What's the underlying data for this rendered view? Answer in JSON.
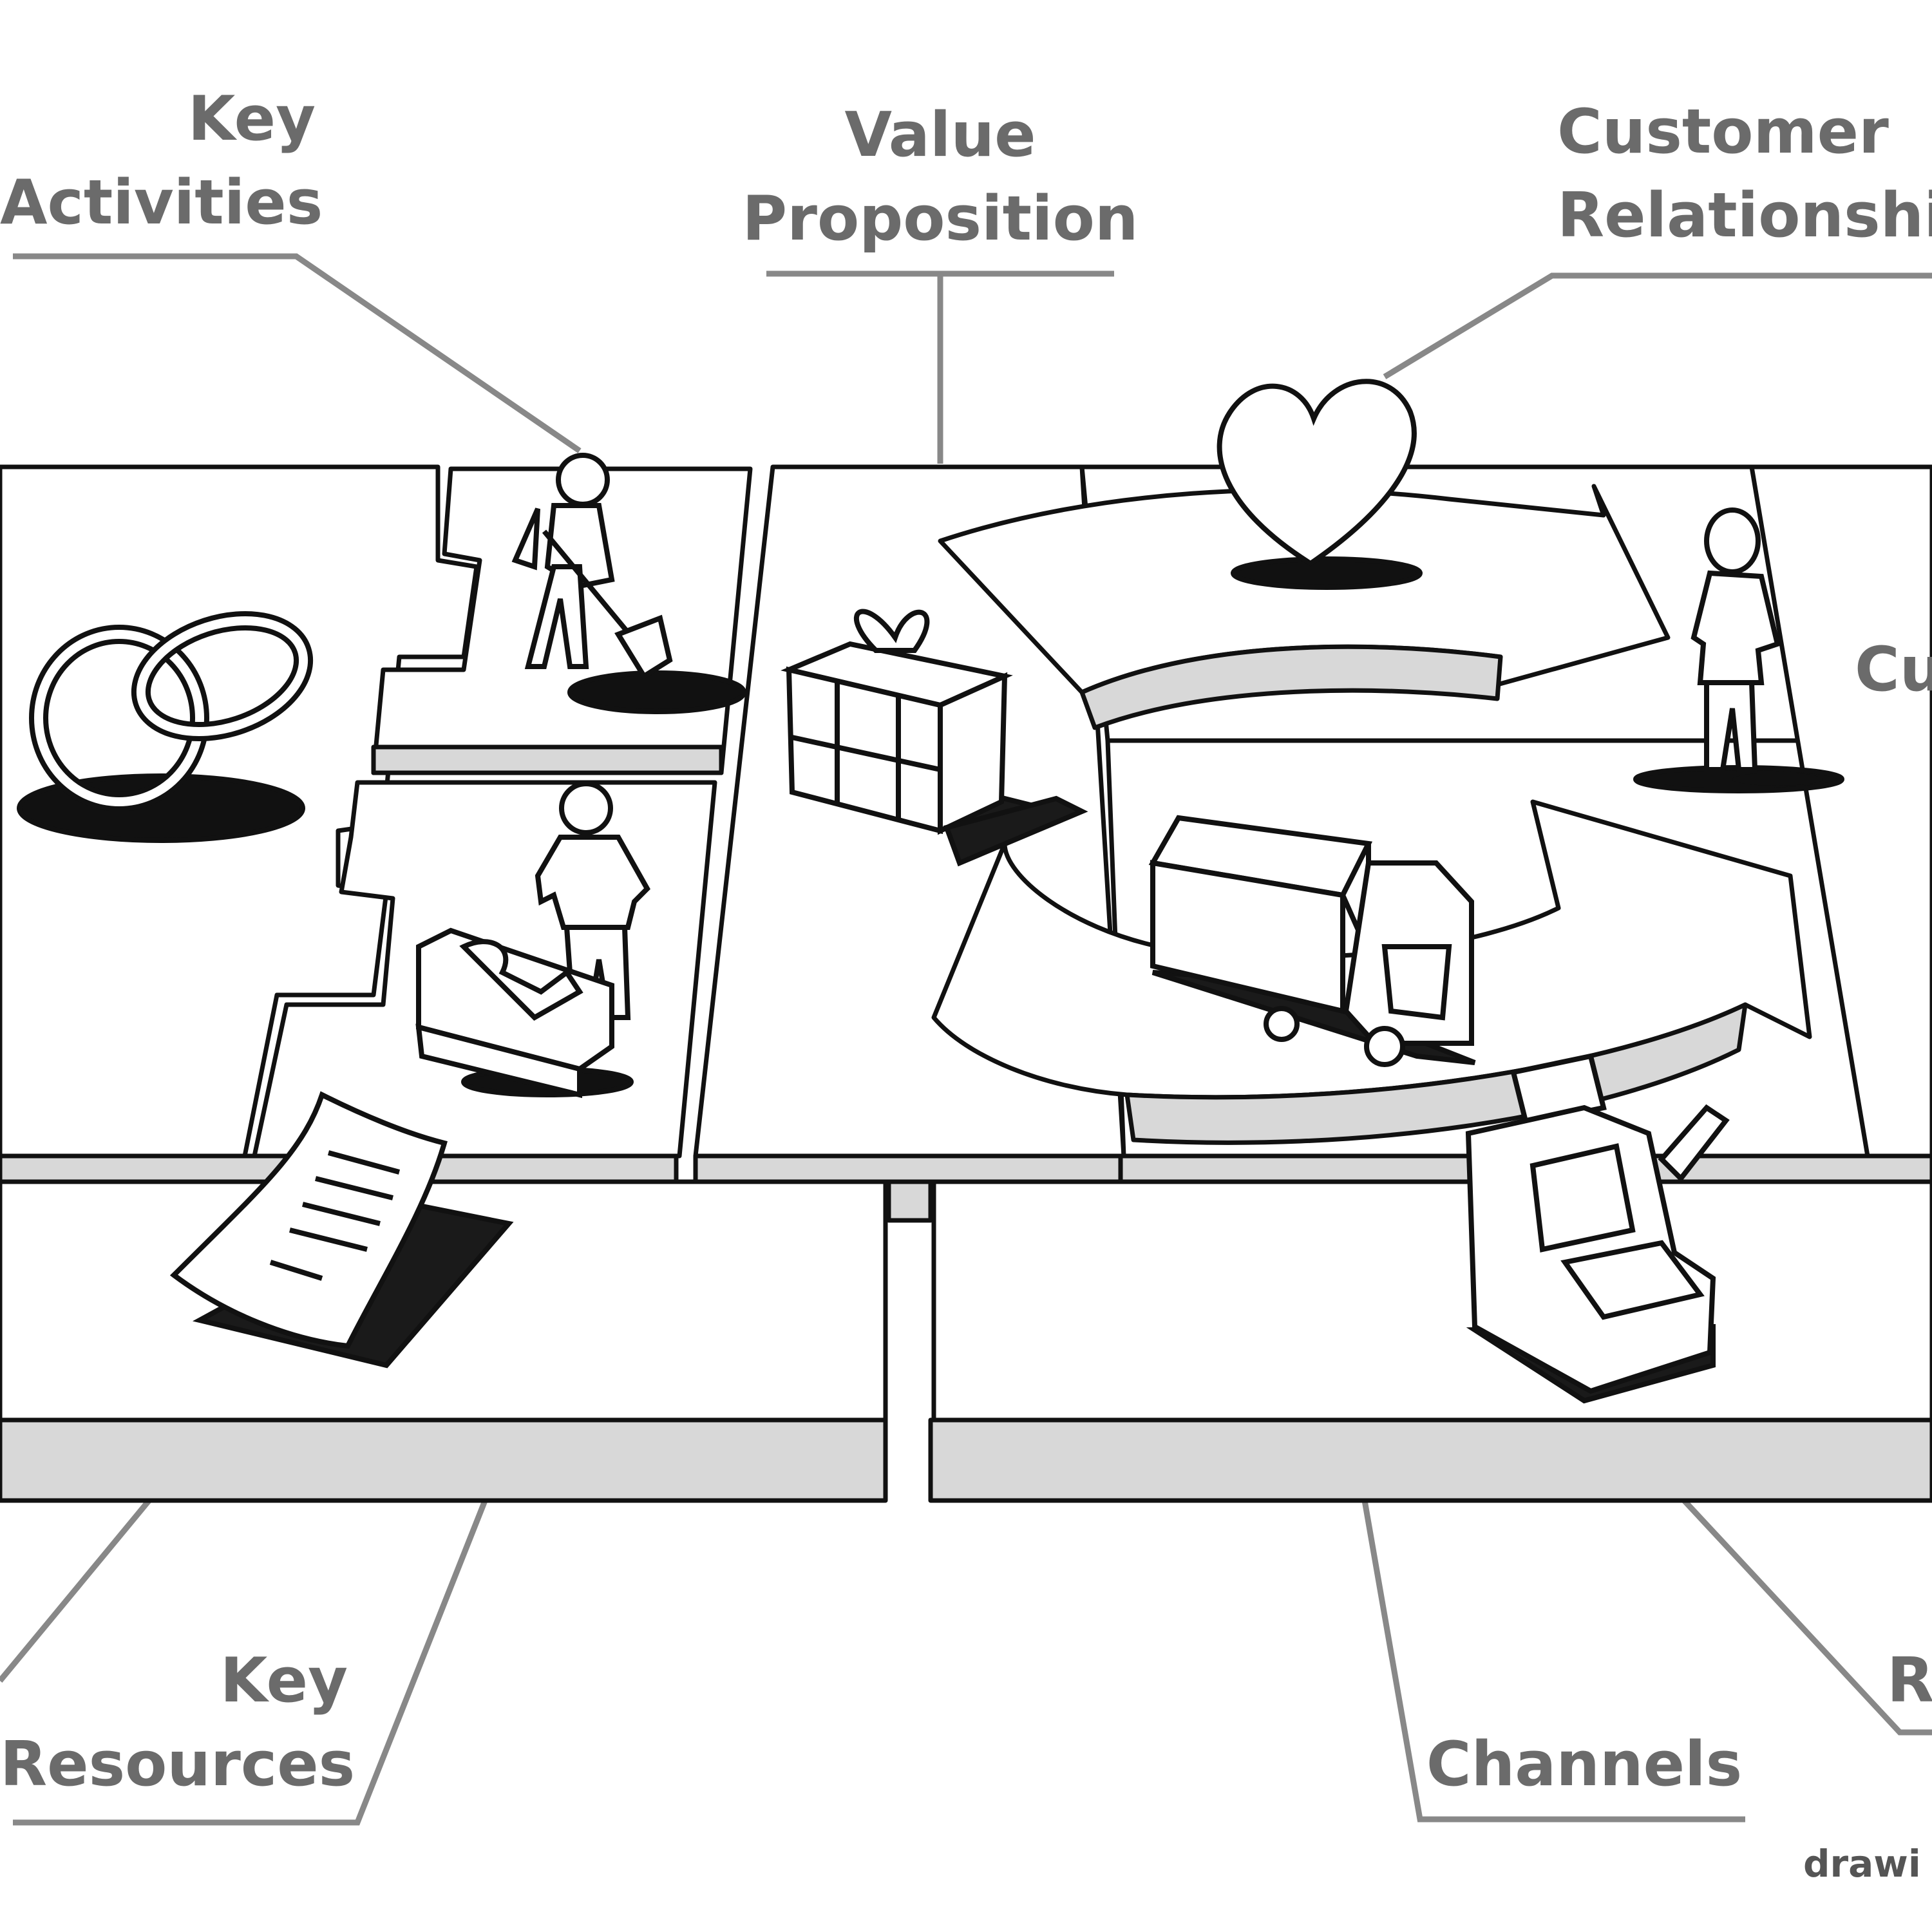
{
  "colors": {
    "ink": "#111111",
    "label": "#6b6b6b",
    "leader": "#888888",
    "panel_shade": "#d8d8d8",
    "shadow": "#1a1a1a"
  },
  "labels": {
    "key_activities": [
      "Key",
      "Activities"
    ],
    "value_proposition": [
      "Value",
      "Proposition"
    ],
    "customer_relationships": [
      "Customer",
      "Relationshi"
    ],
    "customer_segments": [
      "Cu"
    ],
    "key_resources": [
      "Key",
      "Resources"
    ],
    "channels": [
      "Channels"
    ],
    "revenue_streams": [
      "R"
    ]
  },
  "credit": "drawi",
  "icons": [
    "linked-rings-icon",
    "digging-person-icon",
    "gift-box-icon",
    "heart-icon",
    "customer-person-icon",
    "factory-worker-icon",
    "delivery-truck-icon",
    "document-icon",
    "cash-register-icon",
    "arrow-cycle-icon"
  ]
}
